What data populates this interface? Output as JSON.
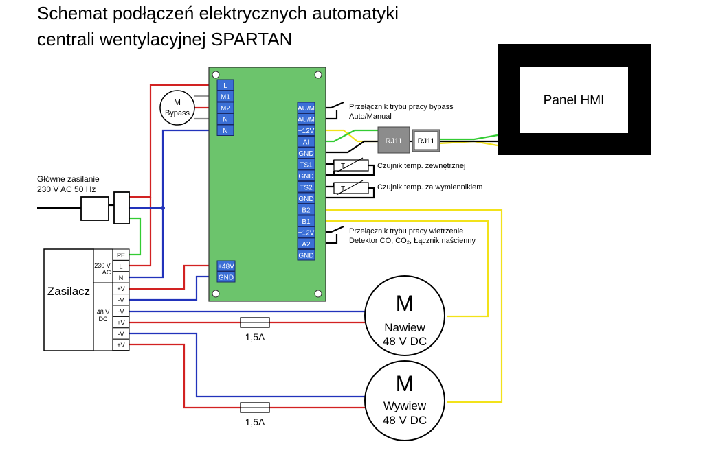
{
  "title": {
    "line1": "Schemat podłączeń elektrycznych automatyki",
    "line2": "centrali wentylacyjnej SPARTAN"
  },
  "mains": {
    "line1": "Główne zasilanie",
    "line2": "230 V AC 50 Hz"
  },
  "bypass_motor": {
    "m": "M",
    "name": "Bypass"
  },
  "left_terminals": [
    "L",
    "M1",
    "M2",
    "N",
    "N"
  ],
  "power_terminals": [
    "+48V",
    "GND"
  ],
  "right_terminals": [
    "AU/M",
    "AU/M",
    "+12V",
    "AI",
    "GND",
    "TS1",
    "GND",
    "TS2",
    "GND",
    "B2",
    "B1",
    "+12V",
    "A2",
    "GND"
  ],
  "annotations": {
    "bypass_switch_1": "Przełącznik trybu pracy bypass",
    "bypass_switch_2": "Auto/Manual",
    "sensor_outdoor": "Czujnik temp. zewnętrznej",
    "sensor_exchanger": "Czujnik temp. za wymiennikiem",
    "vent_switch_1": "Przełącznik trybu pracy wietrzenie",
    "vent_switch_2": "Detektor CO, CO₂, Łącznik naścienny",
    "sensor_symbol": "T"
  },
  "rj11": {
    "left": "RJ11",
    "right": "RJ11"
  },
  "hmi": {
    "label": "Panel HMI"
  },
  "psu": {
    "label": "Zasilacz",
    "ac_label_1": "230 V",
    "ac_label_2": "AC",
    "dc_label_1": "48 V",
    "dc_label_2": "DC",
    "terminals": [
      "PE",
      "L",
      "N",
      "+V",
      "-V",
      "-V",
      "+V",
      "-V",
      "+V"
    ]
  },
  "fuses": [
    "1,5A",
    "1,5A"
  ],
  "motor_supply": {
    "m": "M",
    "name": "Nawiew",
    "rating": "48 V DC"
  },
  "motor_exhaust": {
    "m": "M",
    "name": "Wywiew",
    "rating": "48 V DC"
  },
  "colors": {
    "board": "#6cc46c",
    "terminal": "#3b6fd6",
    "red_wire": "#d22222",
    "blue_wire": "#2233bb",
    "green_wire": "#33cc33",
    "yellow_wire": "#f2e21a",
    "hmi_frame": "#000000"
  }
}
